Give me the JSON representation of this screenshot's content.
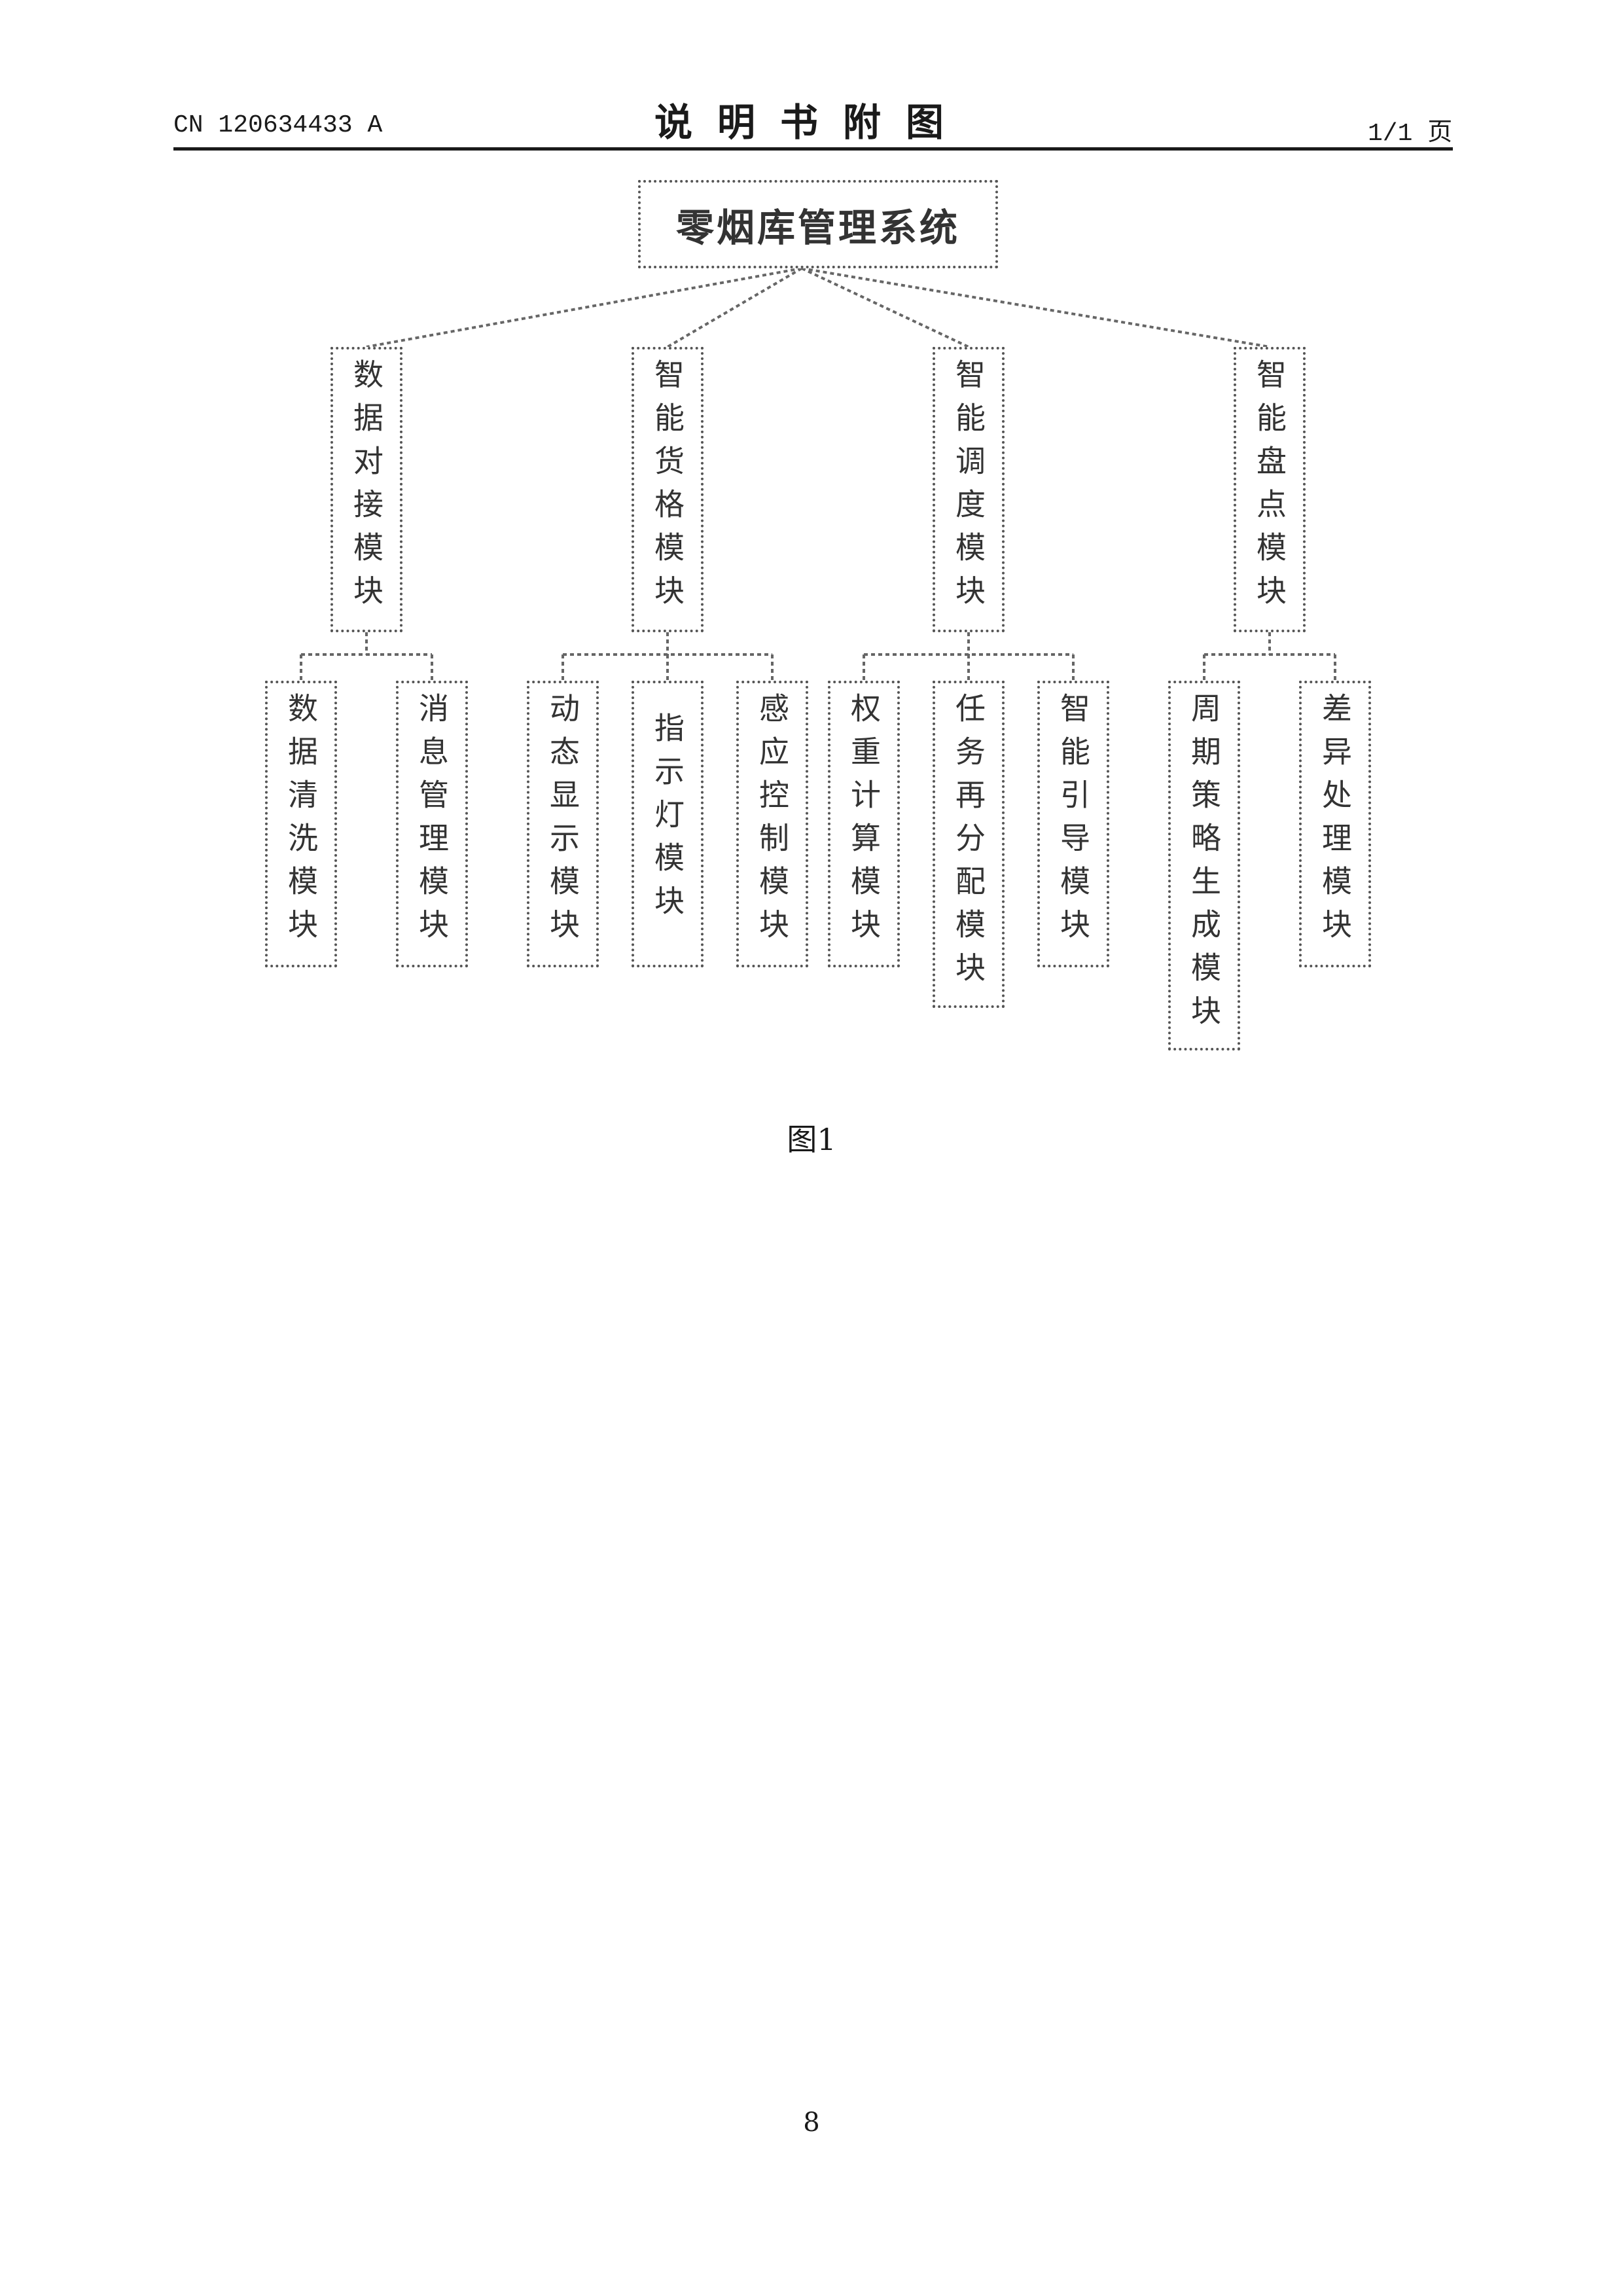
{
  "header": {
    "doc_number": "CN 120634433 A",
    "title": "说明书附图",
    "page_of": "1/1 页"
  },
  "diagram": {
    "root": "零烟库管理系统",
    "modules": [
      {
        "label": "数据对接模块",
        "children": [
          "数据清洗模块",
          "消息管理模块"
        ]
      },
      {
        "label": "智能货格模块",
        "children": [
          "动态显示模块",
          "指示灯模块",
          "感应控制模块"
        ]
      },
      {
        "label": "智能调度模块",
        "children": [
          "权重计算模块",
          "任务再分配模块",
          "智能引导模块"
        ]
      },
      {
        "label": "智能盘点模块",
        "children": [
          "周期策略生成模块",
          "差异处理模块"
        ]
      }
    ]
  },
  "caption": "图1",
  "page_number": "8"
}
